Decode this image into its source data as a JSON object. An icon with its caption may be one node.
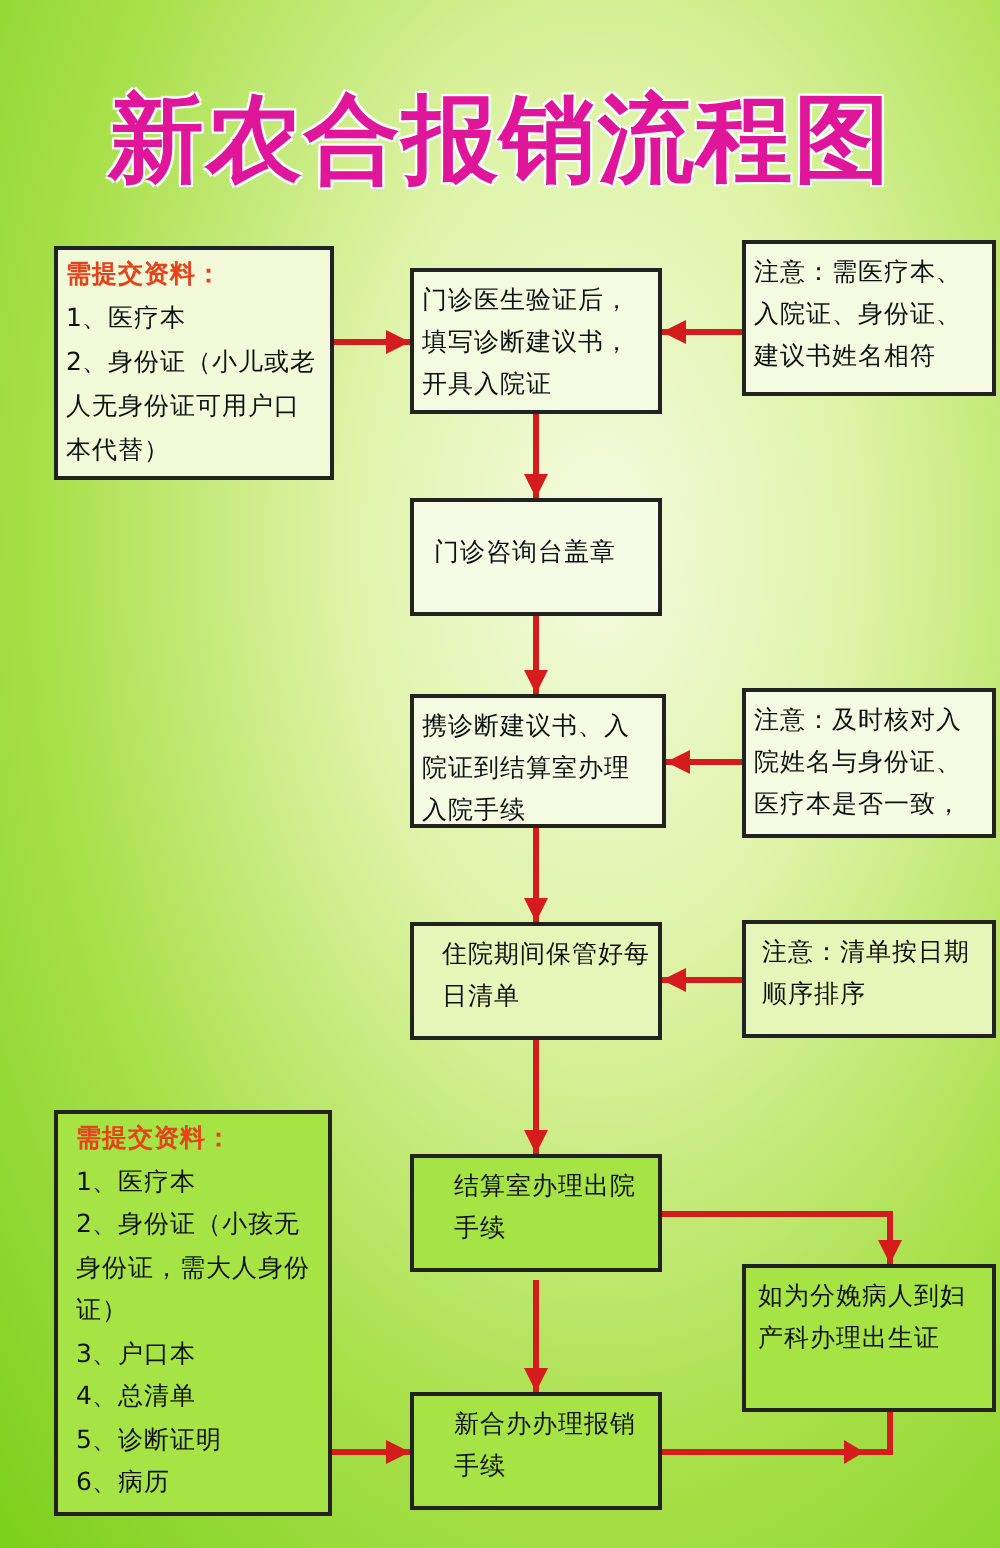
{
  "diagram": {
    "title": "新农合报销流程图",
    "nodes": [
      {
        "text": [
          "需提交资料：",
          "1、医疗本",
          "2、身份证（小儿或老人无身份证可用户口本代替）"
        ]
      },
      {
        "text": [
          "门诊医生验证后，填写诊断建议书，开具入院证"
        ]
      },
      {
        "text": [
          "注意：需医疗本、入院证、身份证、建议书姓名相符"
        ]
      },
      {
        "text": [
          "门诊咨询台盖章"
        ]
      },
      {
        "text": [
          "携诊断建议书、入院证到结算室办理入院手续"
        ]
      },
      {
        "text": [
          "注意：及时核对入院姓名与身份证、医疗本是否一致，"
        ]
      },
      {
        "text": [
          "住院期间保管好每日清单"
        ]
      },
      {
        "text": [
          "注意：清单按日期顺序排序"
        ]
      },
      {
        "text": [
          "需提交资料：",
          "1、医疗本",
          "2、身份证（小孩无身份证，需大人身份证）",
          "3、户口本",
          "4、总清单",
          "5、诊断证明",
          "6、病历"
        ]
      },
      {
        "text": [
          "结算室办理出院手续"
        ]
      },
      {
        "text": [
          "如为分娩病人到妇产科办理出生证"
        ]
      },
      {
        "text": [
          "新合办办理报销手续"
        ]
      }
    ],
    "edges": [
      {
        "from": 0,
        "to": 1,
        "arrow": "to"
      },
      {
        "from": 2,
        "to": 1,
        "arrow": "to"
      },
      {
        "from": 1,
        "to": 3,
        "arrow": "to"
      },
      {
        "from": 3,
        "to": 4,
        "arrow": "to"
      },
      {
        "from": 5,
        "to": 4,
        "arrow": "to"
      },
      {
        "from": 4,
        "to": 6,
        "arrow": "to"
      },
      {
        "from": 7,
        "to": 6,
        "arrow": "to"
      },
      {
        "from": 6,
        "to": 9,
        "arrow": "to"
      },
      {
        "from": 9,
        "to": 11,
        "arrow": "to"
      },
      {
        "from": 9,
        "to": 10,
        "arrow": "to"
      },
      {
        "from": 8,
        "to": 11,
        "arrow": "to"
      },
      {
        "from": 11,
        "to": 10,
        "arrow": "to"
      }
    ]
  }
}
